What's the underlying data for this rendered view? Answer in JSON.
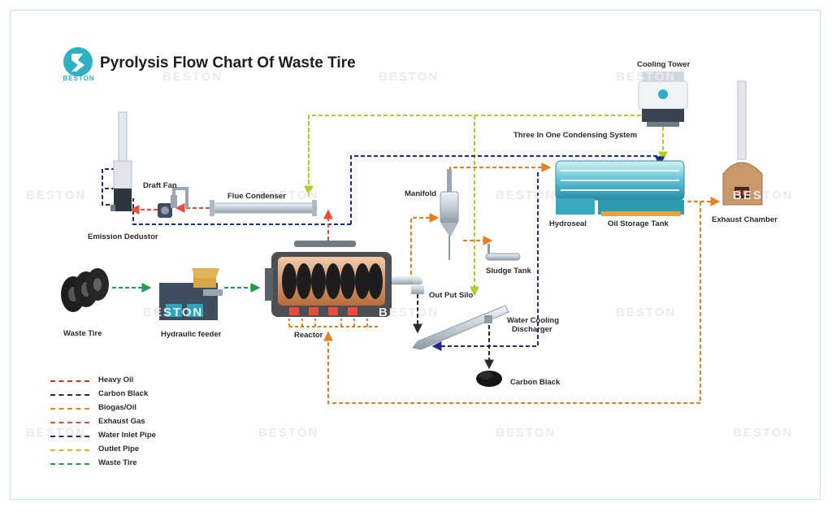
{
  "title": "Pyrolysis Flow Chart Of Waste Tire",
  "brand": {
    "logo_text": "BESTON",
    "watermark_text": "BESTON"
  },
  "labels": {
    "cooling_tower": "Cooling Tower",
    "condensing_system": "Three In One Condensing System",
    "draft_fan": "Draft Fan",
    "flue_condenser": "Flue Condenser",
    "emission_dedustor": "Emission Dedustor",
    "manifold": "Manifold",
    "hydroseal": "Hydroseal",
    "oil_storage_tank": "Oil Storage Tank",
    "exhaust_chamber": "Exhaust Chamber",
    "sludge_tank": "Sludge Tank",
    "output_silo": "Out Put Silo",
    "water_cooling_discharger_line1": "Water Cooling",
    "water_cooling_discharger_line2": "Discharger",
    "waste_tire": "Waste Tire",
    "hydraulic_feeder": "Hydraulic feeder",
    "reactor": "Reactor",
    "carbon_black": "Carbon Black"
  },
  "legend": [
    {
      "label": "Heavy Oil",
      "color": "#c0392b"
    },
    {
      "label": "Carbon Black",
      "color": "#2b2b2b"
    },
    {
      "label": "Biogas/Oil",
      "color": "#e67e22"
    },
    {
      "label": "Exhaust Gas",
      "color": "#e74c3c"
    },
    {
      "label": "Water Inlet Pipe",
      "color": "#1f2a8a"
    },
    {
      "label": "Outlet Pipe",
      "color": "#a8cf2e"
    },
    {
      "label": "Waste Tire",
      "color": "#1e9e4a"
    }
  ]
}
